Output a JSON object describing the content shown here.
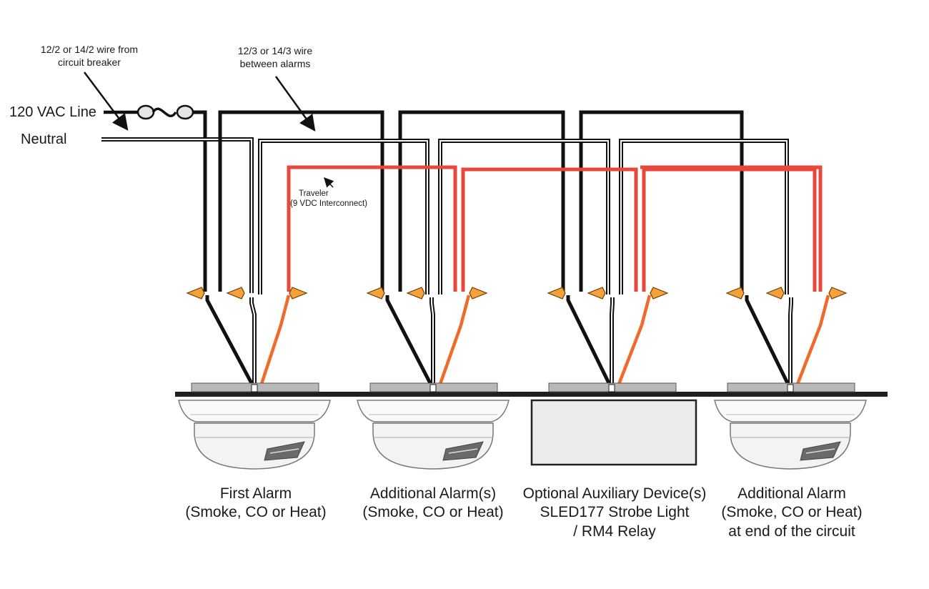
{
  "labels": {
    "feed_wire": [
      "12/2 or 14/2 wire from",
      "circuit breaker"
    ],
    "between_wire": [
      "12/3 or 14/3 wire",
      "between alarms"
    ],
    "line": "120 VAC Line",
    "neutral": "Neutral",
    "traveler": [
      "Traveler",
      "(9 VDC Interconnect)"
    ]
  },
  "devices": [
    {
      "type": "alarm",
      "caption": [
        "First Alarm",
        "(Smoke, CO or Heat)"
      ]
    },
    {
      "type": "alarm",
      "caption": [
        "Additional Alarm(s)",
        "(Smoke, CO or Heat)"
      ]
    },
    {
      "type": "auxiliary",
      "caption": [
        "Optional Auxiliary Device(s)",
        "SLED177 Strobe Light",
        "/ RM4 Relay"
      ]
    },
    {
      "type": "alarm",
      "caption": [
        "Additional Alarm",
        "(Smoke, CO or Heat)",
        "at end of the circuit"
      ]
    }
  ],
  "colors": {
    "hot_wire": "#111111",
    "neutral_wire": "#111111",
    "traveler_wire": "#e8473a",
    "traveler_lead": "#f26a2a",
    "wire_nut": "#f5a23a",
    "ceiling": "#1f1f1f",
    "box": "#b9b9b9",
    "aux_device": "#ececec"
  }
}
